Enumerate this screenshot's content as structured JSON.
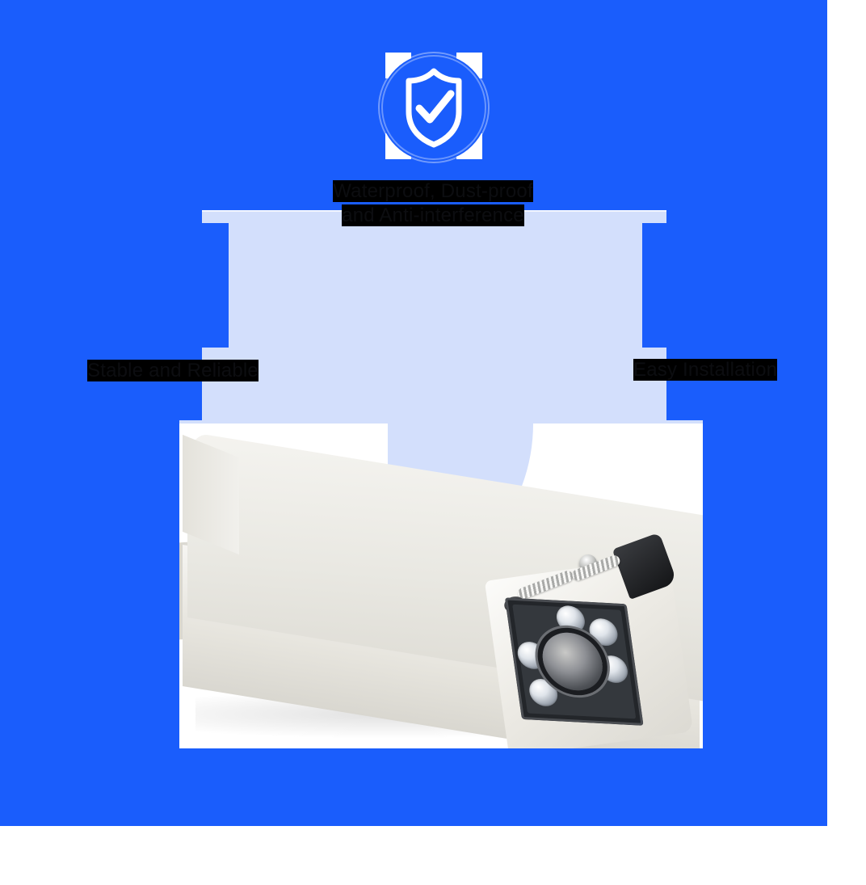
{
  "page": {
    "background_color": "#ffffff",
    "banner_color": "#1a5dfc",
    "panel_color": "#d3dffc",
    "highlight_color": "#000000",
    "text_color": "#111215"
  },
  "badge": {
    "icon": "shield-check-icon",
    "frame": "corner-brackets",
    "ring_color": "#ffffff"
  },
  "features": {
    "top": {
      "line1": "Waterproof, Dust-proof",
      "line2": "and Anti-interference",
      "full": "Waterproof, Dust-proof and Anti-interference"
    },
    "left": {
      "full": "Stable and Reliable"
    },
    "right": {
      "full": "Easy Installation"
    }
  },
  "product": {
    "name": "bullet-security-camera",
    "housing_color": "#efeee9",
    "lens_count": 1,
    "ir_led_count": 5
  }
}
